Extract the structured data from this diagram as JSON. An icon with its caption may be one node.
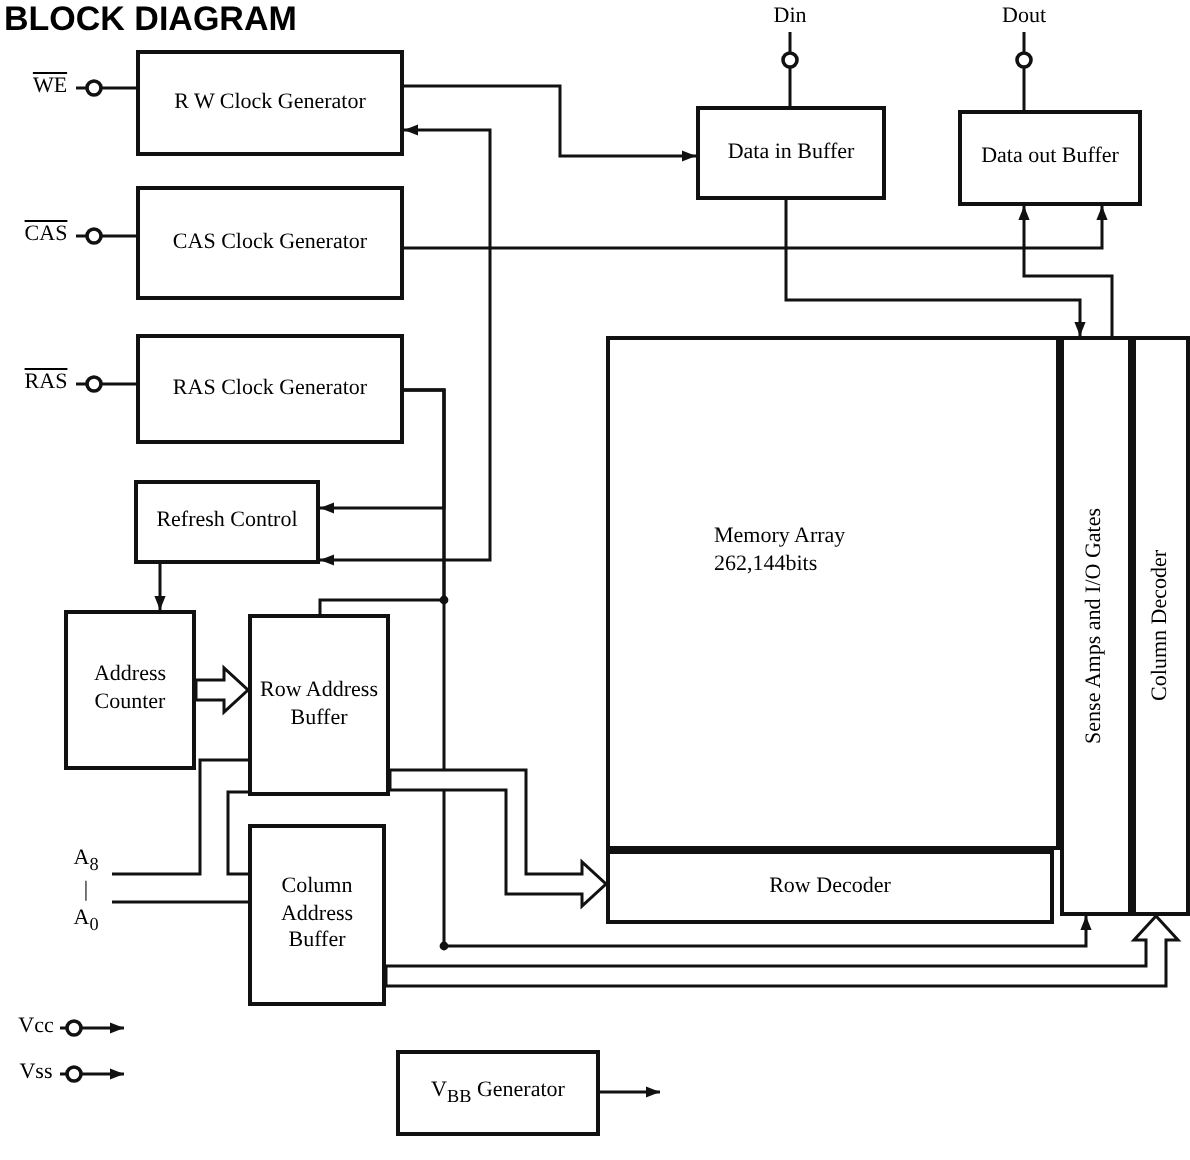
{
  "diagram": {
    "title": "BLOCK DIAGRAM",
    "nodes": [
      {
        "text": [
          "WE"
        ]
      },
      {
        "text": [
          "R W Clock Generator"
        ]
      },
      {
        "text": [
          "CAS"
        ]
      },
      {
        "text": [
          "CAS Clock Generator"
        ]
      },
      {
        "text": [
          "RAS"
        ]
      },
      {
        "text": [
          "RAS Clock Generator"
        ]
      },
      {
        "text": [
          "Din"
        ]
      },
      {
        "text": [
          "Data in Buffer"
        ]
      },
      {
        "text": [
          "Dout"
        ]
      },
      {
        "text": [
          "Data out Buffer"
        ]
      },
      {
        "text": [
          "Refresh Control"
        ]
      },
      {
        "text": [
          "Address Counter"
        ]
      },
      {
        "text": [
          "Row Address Buffer"
        ]
      },
      {
        "text": [
          "Column Address Buffer"
        ]
      },
      {
        "text": [
          "Memory Array",
          "262,144bits"
        ]
      },
      {
        "text": [
          "Sense Amps and I/O Gates"
        ]
      },
      {
        "text": [
          "Column Decoder"
        ]
      },
      {
        "text": [
          "Row Decoder"
        ]
      },
      {
        "text": [
          "A$_{8}$",
          "|",
          "A$_{0}$"
        ]
      },
      {
        "text": [
          "Vcc"
        ]
      },
      {
        "text": [
          "Vss"
        ]
      },
      {
        "text": [
          "V$_{BB}$ Generator"
        ]
      }
    ],
    "edges": [
      {
        "from": 0,
        "to": 1,
        "arrow": "none"
      },
      {
        "from": 2,
        "to": 3,
        "arrow": "none"
      },
      {
        "from": 4,
        "to": 5,
        "arrow": "none"
      },
      {
        "from": 6,
        "to": 7,
        "arrow": "none"
      },
      {
        "from": 8,
        "to": 9,
        "arrow": "none"
      },
      {
        "from": 1,
        "to": 7,
        "arrow": "to"
      },
      {
        "from": 1,
        "to": 10,
        "arrow": "both"
      },
      {
        "from": 3,
        "to": 9,
        "arrow": "to"
      },
      {
        "from": 5,
        "to": 10,
        "arrow": "to"
      },
      {
        "from": 5,
        "to": 12,
        "arrow": "none"
      },
      {
        "from": 5,
        "to": 15,
        "arrow": "to"
      },
      {
        "from": 7,
        "to": 15,
        "arrow": "to"
      },
      {
        "from": 15,
        "to": 9,
        "arrow": "to"
      },
      {
        "from": 10,
        "to": 11,
        "arrow": "to"
      },
      {
        "from": 11,
        "to": 12,
        "arrow": "to",
        "style": "thick"
      },
      {
        "from": 12,
        "to": 17,
        "arrow": "to",
        "style": "thick"
      },
      {
        "from": 18,
        "to": 12,
        "arrow": "none"
      },
      {
        "from": 18,
        "to": 13,
        "arrow": "none"
      },
      {
        "from": 12,
        "to": 13,
        "arrow": "none"
      },
      {
        "from": 13,
        "to": 16,
        "arrow": "to",
        "style": "thick"
      },
      {
        "from": 19,
        "to": null,
        "arrow": "to"
      },
      {
        "from": 20,
        "to": null,
        "arrow": "to"
      },
      {
        "from": 21,
        "to": null,
        "arrow": "to"
      }
    ]
  }
}
